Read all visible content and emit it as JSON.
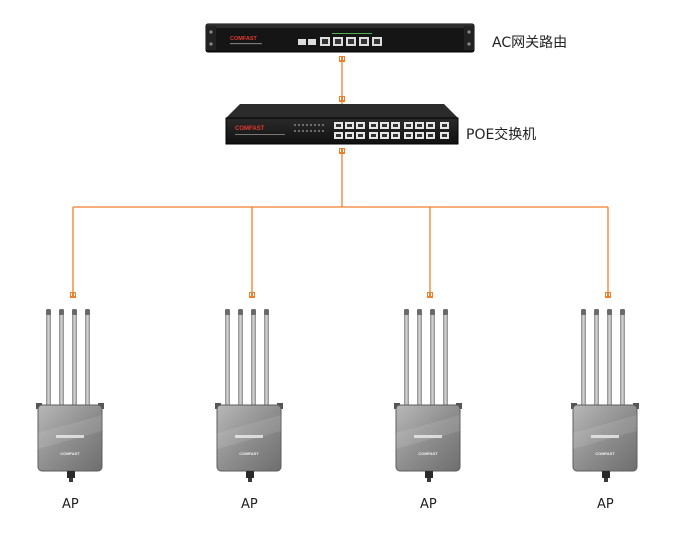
{
  "nodes": {
    "router": {
      "label": "AC网关路由",
      "brand": "COMFAST"
    },
    "switch": {
      "label": "POE交换机",
      "brand": "COMFAST"
    },
    "aps": [
      {
        "label": "AP",
        "brand": "COMFAST"
      },
      {
        "label": "AP",
        "brand": "COMFAST"
      },
      {
        "label": "AP",
        "brand": "COMFAST"
      },
      {
        "label": "AP",
        "brand": "COMFAST"
      }
    ]
  },
  "colors": {
    "cable": "#f07f2a",
    "device_dark": "#1c1c1c",
    "brand_red": "#e53a2b",
    "ap_body": "#9a9a9a"
  }
}
